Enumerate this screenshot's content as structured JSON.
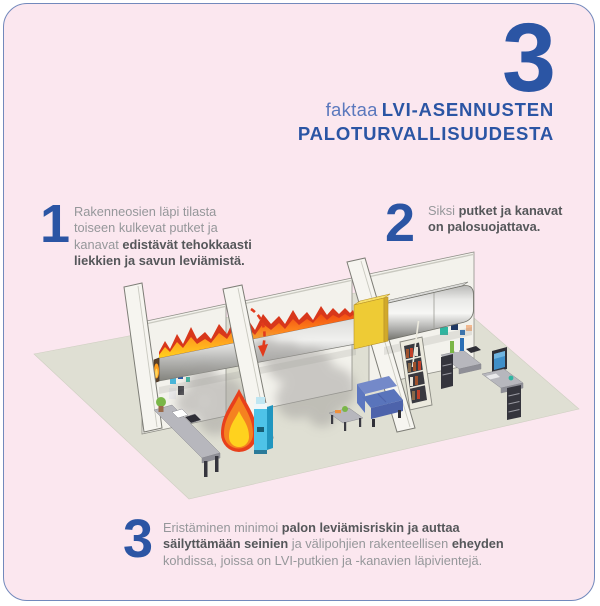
{
  "header": {
    "big_number": "3",
    "title_light": "faktaa",
    "title_bold_line1": "LVI-ASENNUSTEN",
    "title_bold_line2": "PALOTURVALLISUUDESTA"
  },
  "facts": [
    {
      "number": "1",
      "segments": [
        {
          "text": "Rakenneosien läpi tilasta toiseen kulkevat putket ja kanavat ",
          "bold": false
        },
        {
          "text": "edistävät tehokkaasti liekkien ja savun leviämistä.",
          "bold": true
        }
      ]
    },
    {
      "number": "2",
      "segments": [
        {
          "text": "Siksi ",
          "bold": false
        },
        {
          "text": "putket ja kanavat on palosuojattava.",
          "bold": true
        }
      ]
    },
    {
      "number": "3",
      "segments": [
        {
          "text": "Eristäminen minimoi ",
          "bold": false
        },
        {
          "text": "palon leviämisriskin ja auttaa säilyttämään seinien ",
          "bold": true
        },
        {
          "text": "ja välipohjien rakenteellisen ",
          "bold": false
        },
        {
          "text": "eheyden ",
          "bold": true
        },
        {
          "text": "kohdissa, joissa on LVI-putkien ja -kanavien läpivientejä.",
          "bold": false
        }
      ]
    }
  ],
  "illustration": {
    "alt": "Isometric cutaway of three rooms: fire and smoke spread along an unprotected duct through the first wall, a yellow fire-protection collar stops the fire at the second wall, and the office beyond stays clean."
  },
  "colors": {
    "card_bg": "#fbe7ef",
    "card_border": "#7289bc",
    "brand_blue": "#2b55a4",
    "accent_blue": "#5b78bd",
    "text_gray": "#95979a",
    "text_dark": "#55575a",
    "floor": "#dfdfd3",
    "wall": "#f3f2ec",
    "wall_edge": "#8f8f88",
    "flame_red": "#d8371b",
    "flame_orange": "#f58220",
    "flame_yellow": "#ffd21e",
    "collar_yellow": "#eecb35",
    "smoke_gray": "#a09e9b",
    "sofa_blue": "#5974bb",
    "cooler_blue": "#4ec3e8",
    "plant_green": "#7ab648",
    "desk_gray": "#b7b7bd",
    "furniture_dark": "#35353d",
    "binder_brown": "#a0522d",
    "poster_teal": "#2fb5a0"
  }
}
